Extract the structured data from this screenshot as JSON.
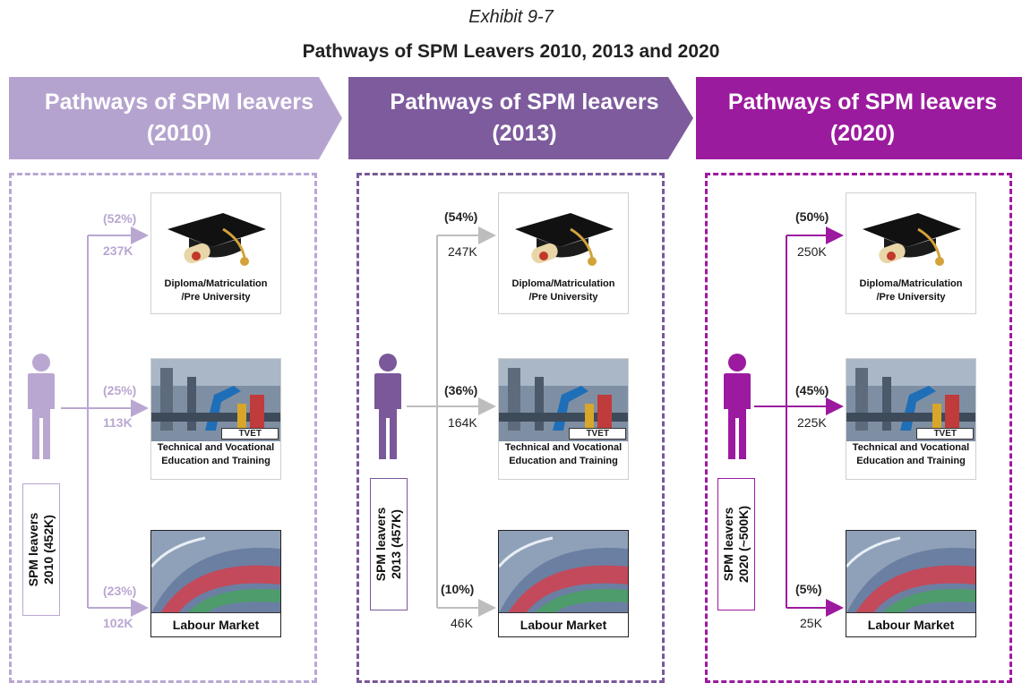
{
  "exhibit": "Exhibit 9-7",
  "title": "Pathways of SPM Leavers 2010, 2013 and 2020",
  "cards": {
    "diploma": "Diploma/Matriculation",
    "diploma2": "/Pre University",
    "tvet_tag": "TVET",
    "tvet": "Technical and Vocational",
    "tvet2": "Education and Training",
    "labour": "Labour Market"
  },
  "columns": [
    {
      "banner1": "Pathways of SPM leavers",
      "banner2": "(2010)",
      "leavers1": "SPM leavers",
      "leavers2": "2010 (452K)",
      "color": "#b9a7d1",
      "banner_color": "#b5a3cf",
      "paths": [
        {
          "pct": "(52%)",
          "count": "237K"
        },
        {
          "pct": "(25%)",
          "count": "113K"
        },
        {
          "pct": "(23%)",
          "count": "102K"
        }
      ]
    },
    {
      "banner1": "Pathways of SPM leavers",
      "banner2": "(2013)",
      "leavers1": "SPM leavers",
      "leavers2": "2013 (457K)",
      "color": "#7a5899",
      "banner_color": "#7d5b9d",
      "paths": [
        {
          "pct": "(54%)",
          "count": "247K"
        },
        {
          "pct": "(36%)",
          "count": "164K"
        },
        {
          "pct": "(10%)",
          "count": "46K"
        }
      ]
    },
    {
      "banner1": "Pathways of SPM leavers",
      "banner2": "(2020)",
      "leavers1": "SPM leavers",
      "leavers2": "2020 (~500K)",
      "color": "#9c1a9f",
      "banner_color": "#9b1b9e",
      "paths": [
        {
          "pct": "(50%)",
          "count": "250K"
        },
        {
          "pct": "(45%)",
          "count": "225K"
        },
        {
          "pct": "(5%)",
          "count": "25K"
        }
      ]
    }
  ]
}
